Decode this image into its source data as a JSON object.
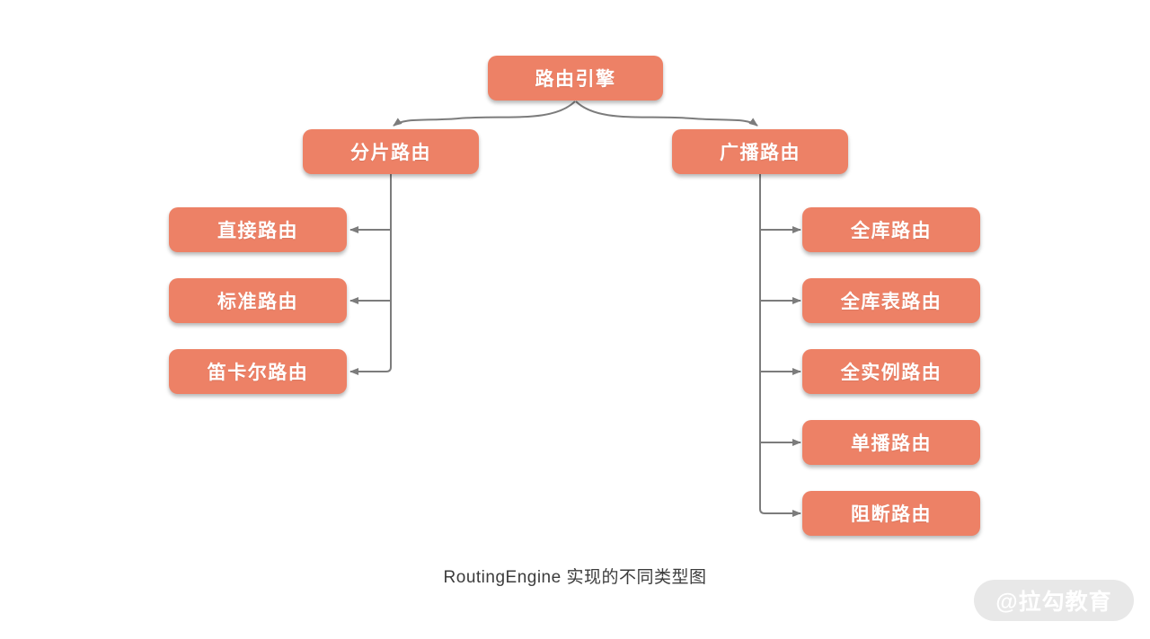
{
  "diagram": {
    "root": {
      "label": "路由引擎"
    },
    "branches": [
      {
        "label": "分片路由",
        "children": [
          {
            "label": "直接路由"
          },
          {
            "label": "标准路由"
          },
          {
            "label": "笛卡尔路由"
          }
        ]
      },
      {
        "label": "广播路由",
        "children": [
          {
            "label": "全库路由"
          },
          {
            "label": "全库表路由"
          },
          {
            "label": "全实例路由"
          },
          {
            "label": "单播路由"
          },
          {
            "label": "阻断路由"
          }
        ]
      }
    ],
    "caption": "RoutingEngine 实现的不同类型图"
  },
  "watermark": {
    "text": "@拉勾教育"
  },
  "colors": {
    "node_fill": "#ED8166",
    "node_text": "#FFFFFF",
    "line": "#7C7C7C",
    "caption_color": "#3C3C3C",
    "watermark_bg": "#E8E8E8",
    "watermark_text": "#FFFFFF"
  }
}
